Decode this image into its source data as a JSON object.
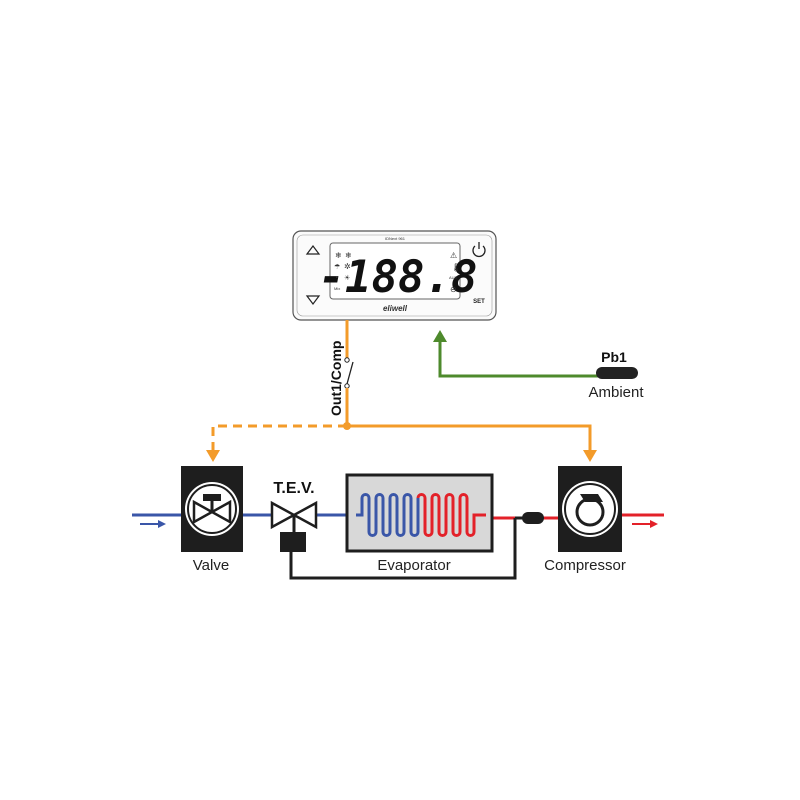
{
  "controller": {
    "model_label": "IDNext 961",
    "brand": "eliwell",
    "display_value": "-188.8",
    "set_label": "SET",
    "aux_label": "AUX",
    "small_label": "Mix"
  },
  "probe": {
    "name": "Pb1",
    "label": "Ambient"
  },
  "output": {
    "label": "Out1/Comp"
  },
  "components": {
    "valve": "Valve",
    "tev": "T.E.V.",
    "evaporator": "Evaporator",
    "compressor": "Compressor"
  },
  "colors": {
    "orange": "#f39b2a",
    "green": "#4e8a2c",
    "blue": "#3a56a8",
    "red": "#e32129",
    "dark": "#1e1e1e"
  }
}
